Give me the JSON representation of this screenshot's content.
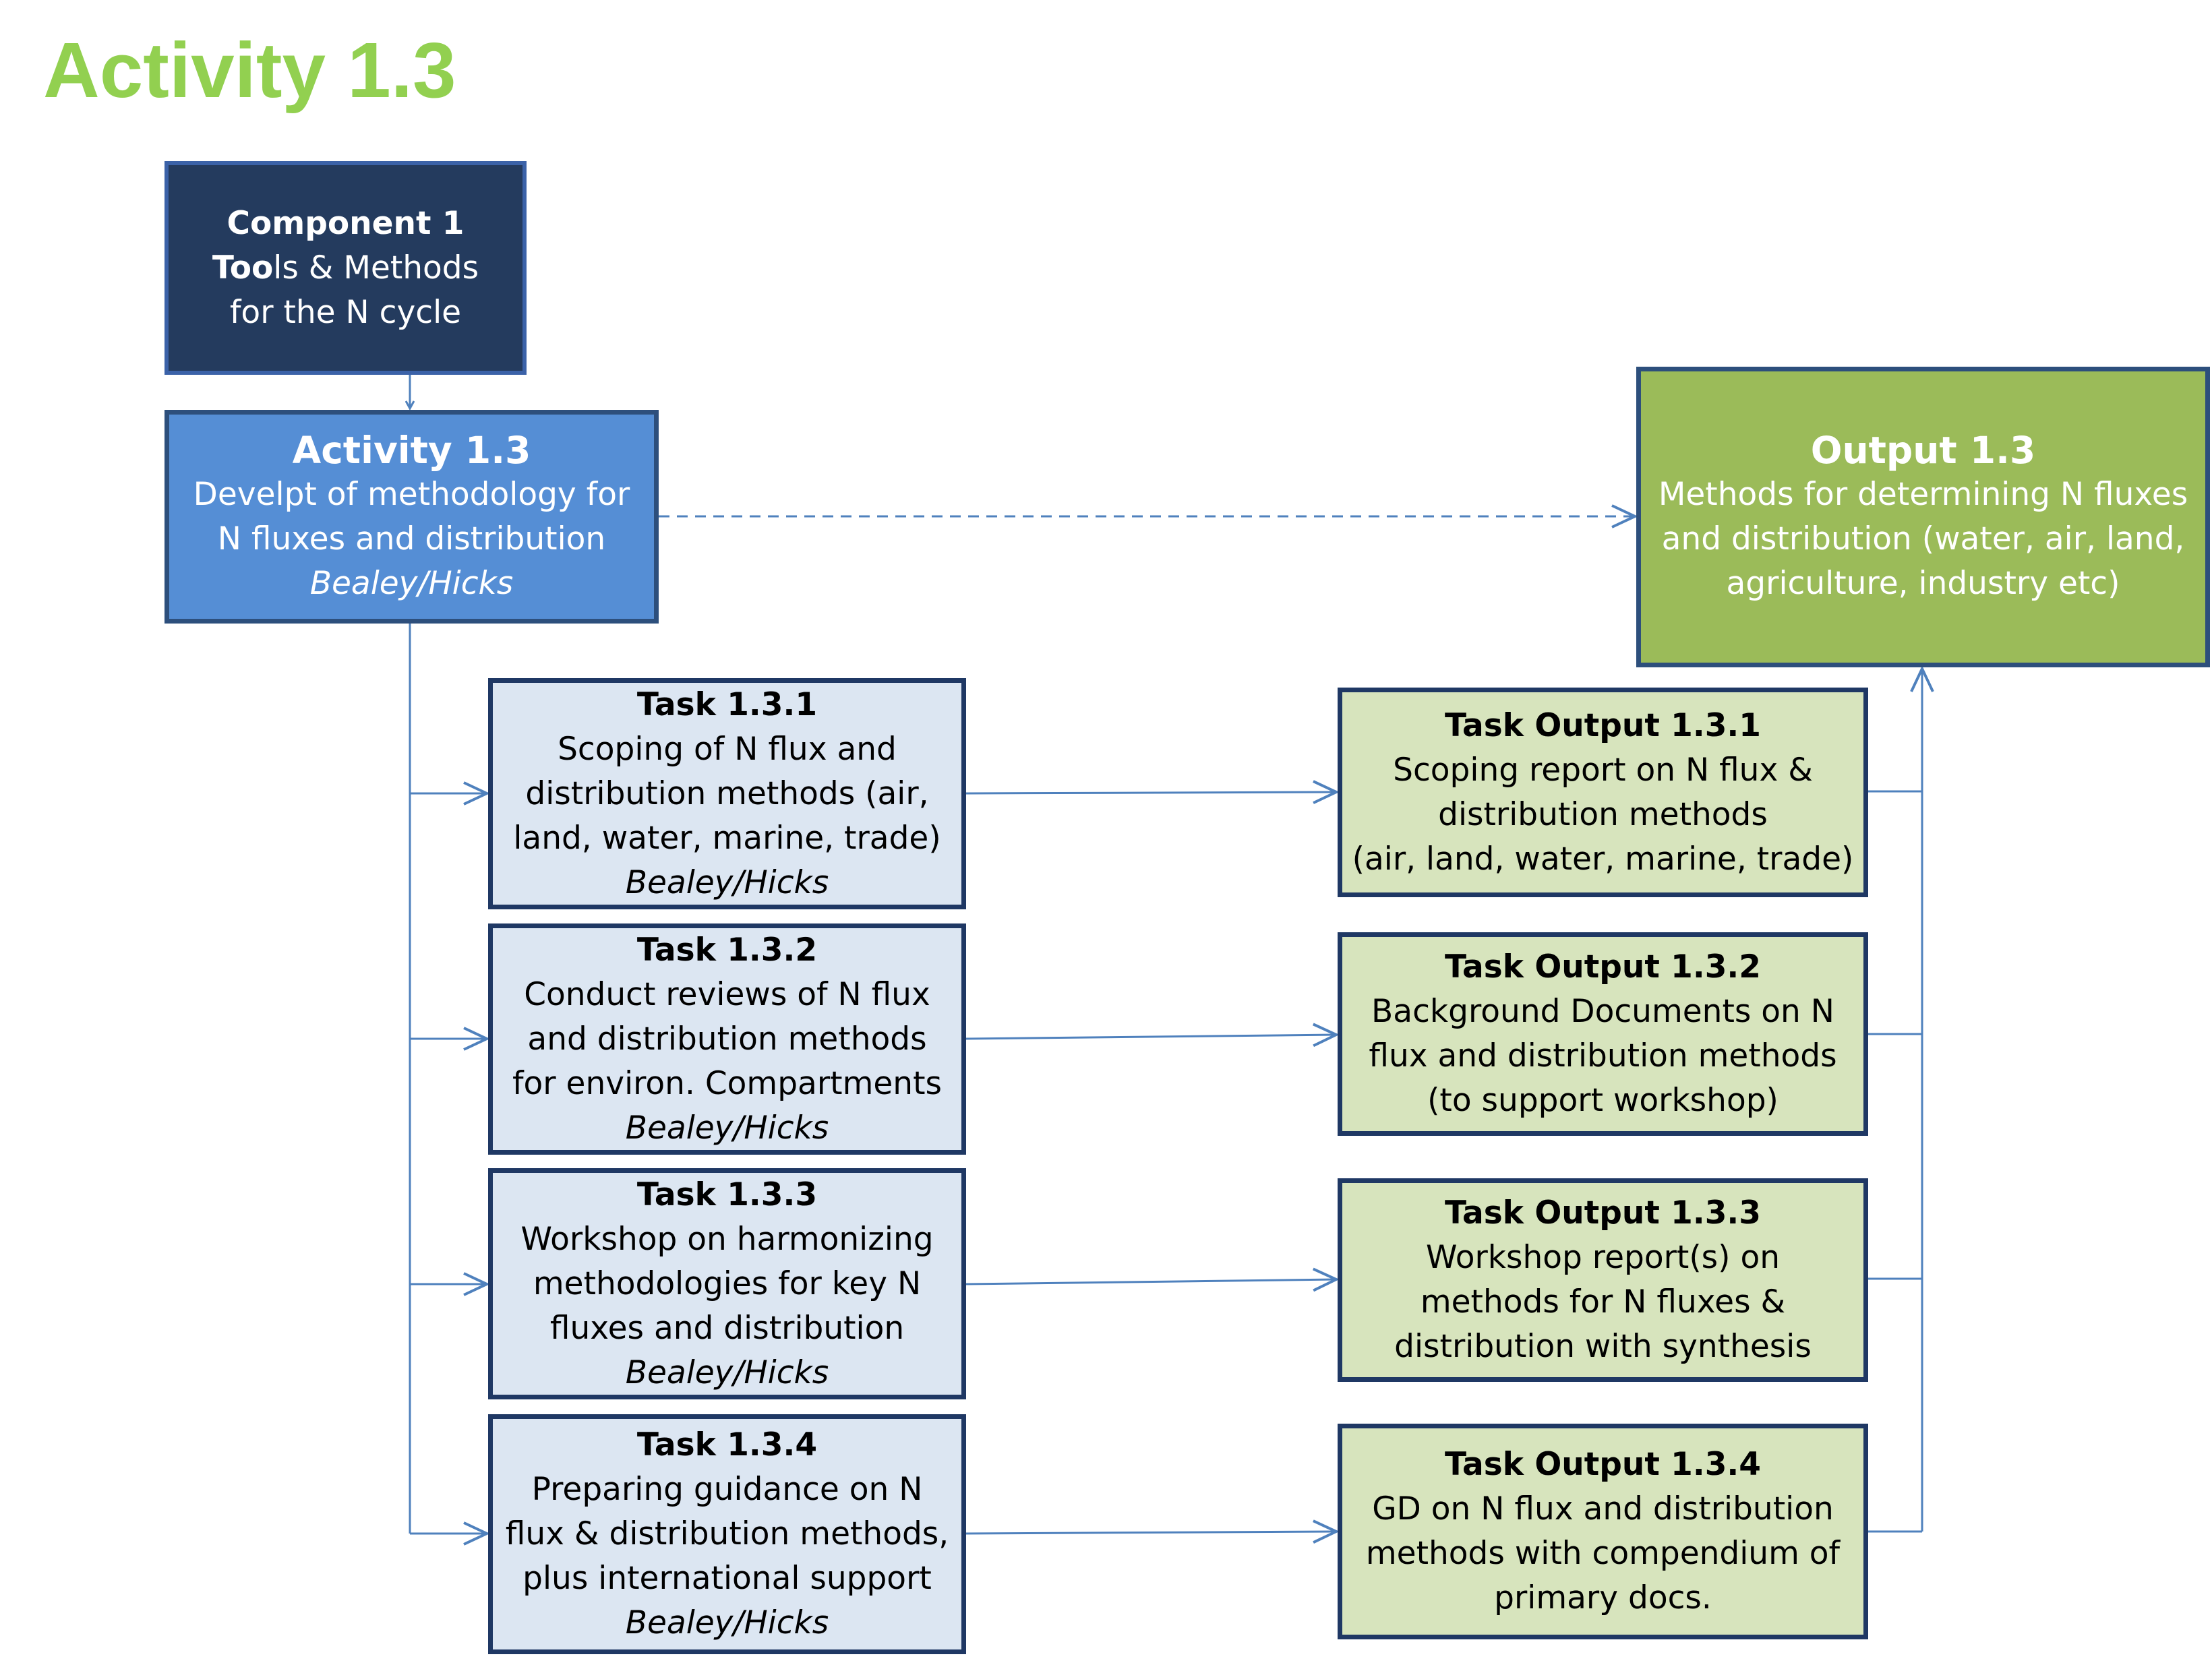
{
  "page_title": "Activity 1.3",
  "component": {
    "heading": "Component 1",
    "line1_bold": "Too",
    "line1_rest": "ls & Methods",
    "line2": "for the N cycle"
  },
  "activity": {
    "heading": "Activity 1.3",
    "line1": "Develpt of methodology for",
    "line2": "N fluxes and distribution",
    "lead": "Bealey/Hicks"
  },
  "output": {
    "heading": "Output 1.3",
    "line1": "Methods for  determining N fluxes",
    "line2": "and distribution (water, air, land,",
    "line3": "agriculture, industry etc)"
  },
  "tasks": [
    {
      "heading": "Task 1.3.1",
      "lines": [
        "Scoping of N flux and",
        "distribution methods (air,",
        "land, water, marine, trade)"
      ],
      "lead": "Bealey/Hicks"
    },
    {
      "heading": "Task 1.3.2",
      "lines": [
        "Conduct reviews of N flux",
        "and distribution methods",
        "for environ. Compartments"
      ],
      "lead": "Bealey/Hicks"
    },
    {
      "heading": "Task 1.3.3",
      "lines": [
        "Workshop on harmonizing",
        "methodologies for key N",
        "fluxes and distribution"
      ],
      "lead": "Bealey/Hicks"
    },
    {
      "heading": "Task 1.3.4",
      "lines": [
        "Preparing guidance on N",
        "flux & distribution methods,",
        "plus international support"
      ],
      "lead": "Bealey/Hicks"
    }
  ],
  "task_outputs": [
    {
      "heading": "Task Output 1.3.1",
      "lines": [
        "Scoping report on N flux &",
        "distribution methods",
        "(air, land, water, marine, trade)"
      ]
    },
    {
      "heading": "Task Output 1.3.2",
      "lines": [
        "Background Documents on N",
        "flux and distribution methods",
        "(to support workshop)"
      ]
    },
    {
      "heading": "Task Output 1.3.3",
      "lines": [
        "Workshop report(s) on",
        "methods for N fluxes &",
        "distribution with synthesis"
      ]
    },
    {
      "heading": "Task Output 1.3.4",
      "lines": [
        "GD on N flux and distribution",
        "methods with compendium of",
        "primary docs."
      ]
    }
  ],
  "colors": {
    "title_green": "#92d050",
    "component_fill": "#243b5e",
    "activity_fill": "#558ed5",
    "output_fill": "#9bbb59",
    "task_fill": "#dce6f2",
    "task_output_fill": "#d7e4bd",
    "border_navy": "#1f3864",
    "connector_blue": "#4f81bd"
  }
}
